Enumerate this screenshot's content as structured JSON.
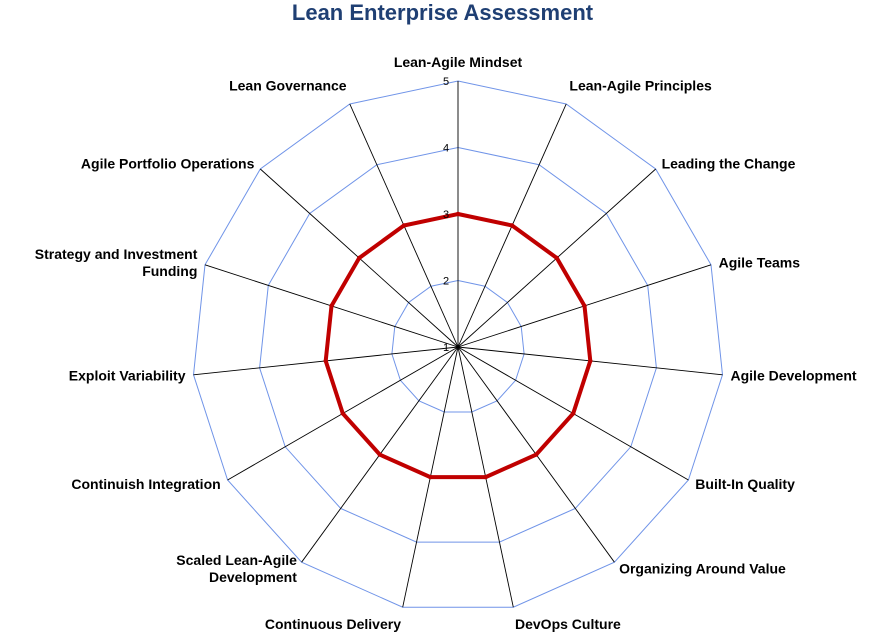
{
  "chart_data": {
    "type": "radar",
    "title": "Lean Enterprise Assessment",
    "categories": [
      "Lean-Agile Mindset",
      "Lean-Agile Principles",
      "Leading the Change",
      "Agile Teams",
      "Agile Development",
      "Built-In Quality",
      "Organizing Around Value",
      "DevOps Culture",
      "Continuous Delivery Pipeline",
      "Scaled Lean-Agile Development",
      "Continuish Integration",
      "Exploit Variability",
      "Strategy and Investment Funding",
      "Agile Portfolio Operations",
      "Lean Governance"
    ],
    "series": [
      {
        "values": [
          3,
          3,
          3,
          3,
          3,
          3,
          3,
          3,
          3,
          3,
          3,
          3,
          3,
          3,
          3
        ],
        "color": "#c00000"
      }
    ],
    "rlim": [
      1,
      5
    ],
    "ticks": [
      "1",
      "2",
      "3",
      "4",
      "5"
    ],
    "grid": true,
    "grid_color": "#7094e8",
    "spoke_color": "#000000",
    "title_color": "#1f3f73"
  }
}
